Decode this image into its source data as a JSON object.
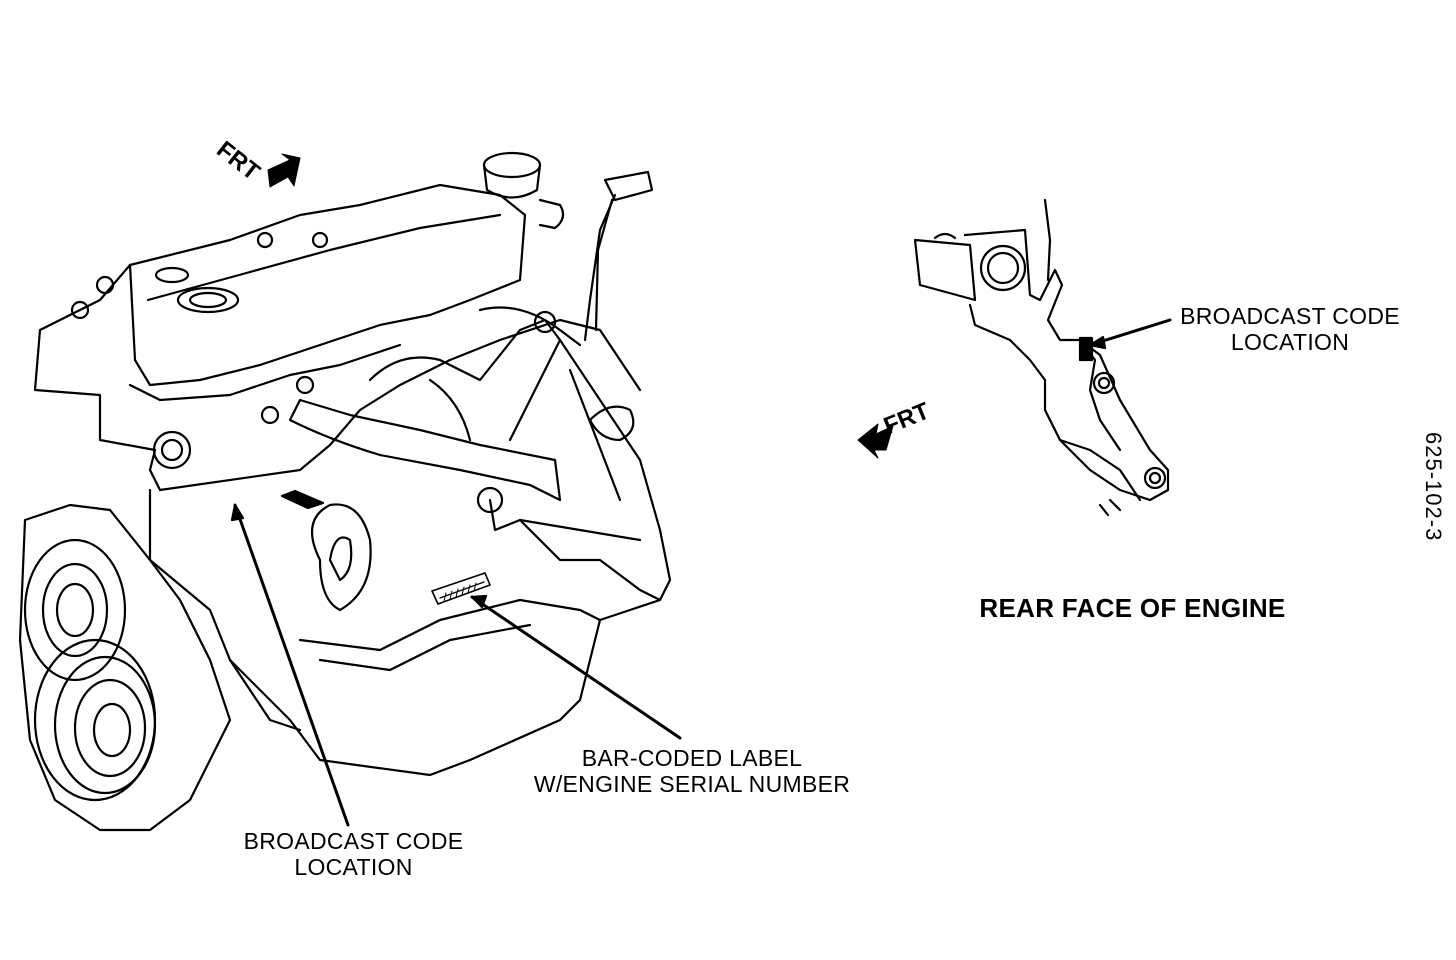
{
  "labels": {
    "frt_main": "FRT",
    "frt_rear": "FRT",
    "broadcast_main_line1": "BROADCAST CODE",
    "broadcast_main_line2": "LOCATION",
    "barcode_line1": "BAR-CODED LABEL",
    "barcode_line2": "W/ENGINE SERIAL NUMBER",
    "broadcast_rear_line1": "BROADCAST CODE",
    "broadcast_rear_line2": "LOCATION",
    "rear_face_title": "REAR FACE OF ENGINE",
    "figure_number": "625-102-3"
  },
  "colors": {
    "line": "#000000",
    "background": "#ffffff"
  }
}
